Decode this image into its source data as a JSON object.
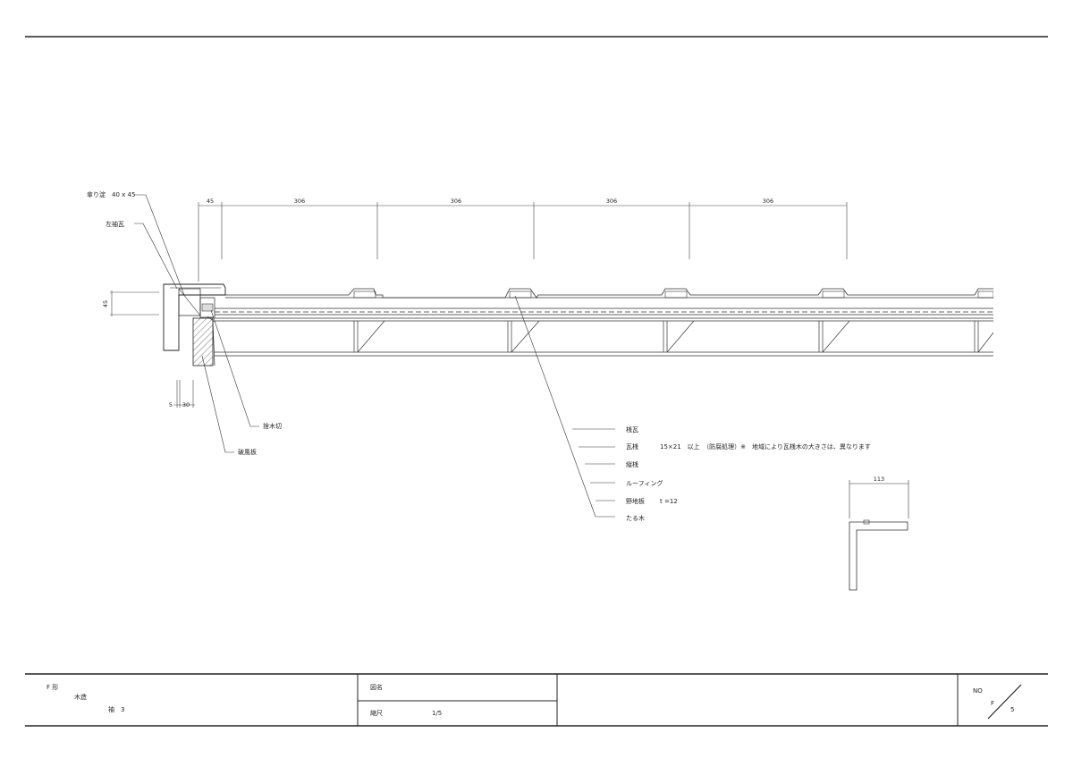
{
  "callouts_left": {
    "kasa_ita": "傘り淀　40 x 45",
    "hidari_sode": "左袖瓦",
    "bottom_a": "捨木切",
    "bottom_b": "破風板"
  },
  "dimensions": {
    "top": [
      "45",
      "306",
      "306",
      "306",
      "306"
    ],
    "left_height": "45",
    "bottom_a": "5",
    "bottom_b": "30",
    "detail_width": "113"
  },
  "material_layers": [
    {
      "name": "桟瓦",
      "note": ""
    },
    {
      "name": "瓦桟",
      "note": "15×21　以上　（防腐処理）※　地域により瓦桟木の大きさは、異なります"
    },
    {
      "name": "縦桟",
      "note": ""
    },
    {
      "name": "ルーフィング",
      "note": ""
    },
    {
      "name": "野地板",
      "note": "t =12"
    },
    {
      "name": "たる木",
      "note": ""
    }
  ],
  "title_block": {
    "shape": "F 形",
    "construction": "木造",
    "type": "袖　3",
    "drawing_name_label": "図名",
    "scale_label": "縮尺",
    "scale_value": "1/5",
    "no_label": "NO",
    "no_series": "F",
    "no_number": "5"
  }
}
